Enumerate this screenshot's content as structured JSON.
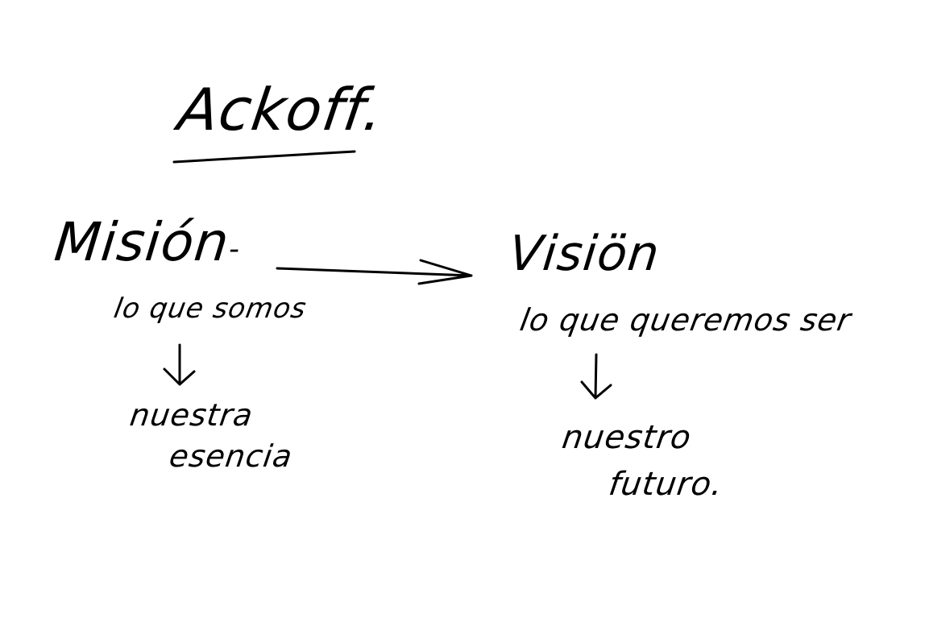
{
  "title": "Ackoff.",
  "mission": {
    "term": "Misión",
    "dash": "-",
    "definition": "lo que somos",
    "result_line1": "nuestra",
    "result_line2": "esencia"
  },
  "vision": {
    "term": "Visiön",
    "definition": "lo que queremos ser",
    "result_line1": "nuestro",
    "result_line2": "futuro."
  },
  "ink_color": "#000000",
  "background_color": "#ffffff"
}
